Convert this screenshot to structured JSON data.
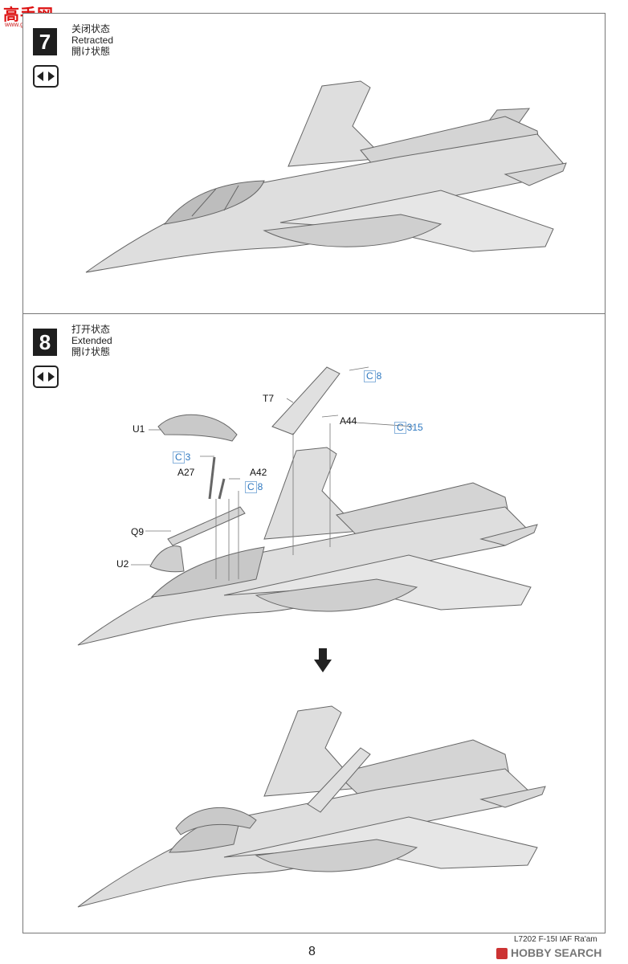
{
  "watermark": {
    "logo_text": "高手网",
    "url": "www.gaoshou.com"
  },
  "step7": {
    "number": "7",
    "label_cn": "关闭状态",
    "label_en": "Retracted",
    "label_jp": "開け状態",
    "flip_icon": "flip-arrows-icon"
  },
  "step8": {
    "number": "8",
    "label_cn": "打开状态",
    "label_en": "Extended",
    "label_jp": "開け状態",
    "flip_icon": "flip-arrows-icon",
    "parts": {
      "t7": "T7",
      "u1": "U1",
      "a27": "A27",
      "a42": "A42",
      "a44": "A44",
      "q9": "Q9",
      "u2": "U2"
    },
    "refs": {
      "c8_top": {
        "box": "C",
        "value": "8"
      },
      "c315": {
        "box": "C",
        "value": "315"
      },
      "c3": {
        "box": "C",
        "value": "3"
      },
      "c8_mid": {
        "box": "C",
        "value": "8"
      }
    }
  },
  "footer": {
    "kit_code": "L7202 F-15I IAF Ra'am",
    "page_number": "8",
    "brand": "HOBBY SEARCH"
  },
  "colors": {
    "aircraft": "#dcdcdc",
    "line": "#555555",
    "ref": "#2e78c0"
  }
}
